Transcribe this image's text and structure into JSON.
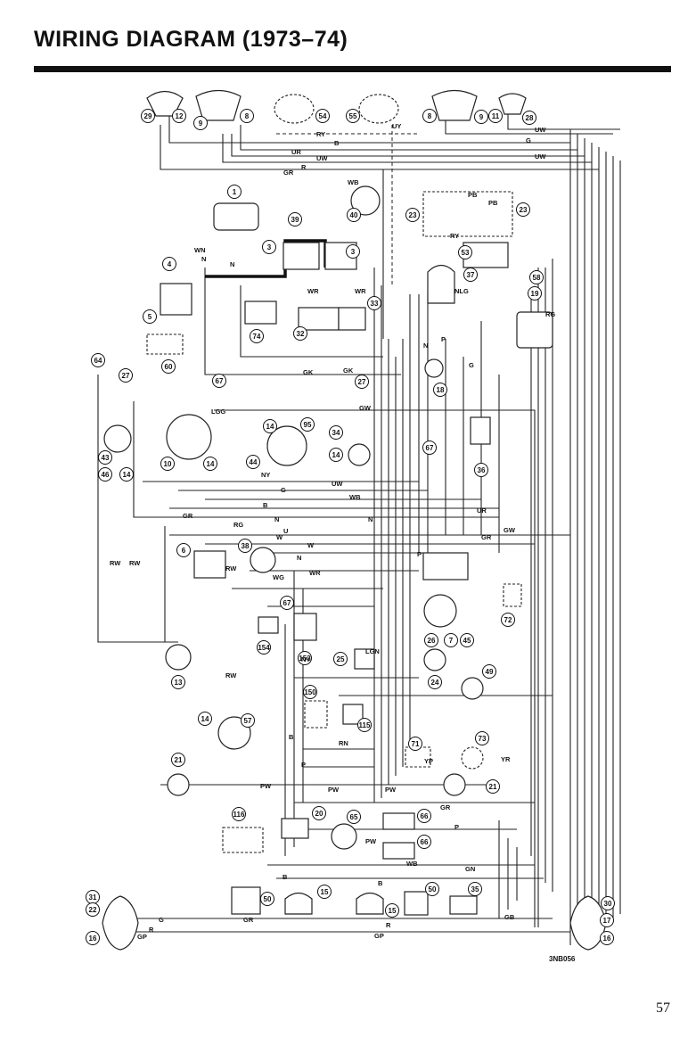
{
  "page": {
    "title": "WIRING DIAGRAM (1973–74)",
    "page_number": "57",
    "reference_code": "3NB056"
  },
  "diagram": {
    "component_numbers": [
      "29",
      "12",
      "9",
      "8",
      "54",
      "55",
      "8",
      "9",
      "11",
      "28",
      "1",
      "39",
      "40",
      "23",
      "23",
      "3",
      "3",
      "37",
      "53",
      "58",
      "19",
      "4",
      "5",
      "33",
      "74",
      "32",
      "64",
      "60",
      "67",
      "27",
      "27",
      "18",
      "14",
      "95",
      "34",
      "14",
      "43",
      "46",
      "14",
      "10",
      "14",
      "44",
      "67",
      "36",
      "6",
      "38",
      "67",
      "154",
      "153",
      "25",
      "26",
      "7",
      "45",
      "72",
      "13",
      "14",
      "57",
      "150",
      "115",
      "49",
      "24",
      "71",
      "73",
      "21",
      "21",
      "116",
      "20",
      "65",
      "66",
      "66",
      "50",
      "15",
      "15",
      "50",
      "35",
      "31",
      "22",
      "16",
      "30",
      "17",
      "16"
    ],
    "wire_codes": [
      "UW",
      "G",
      "UW",
      "B",
      "RY",
      "UY",
      "UR",
      "UW",
      "GR",
      "R",
      "WB",
      "PB",
      "PB",
      "RY",
      "WN",
      "N",
      "N",
      "WR",
      "WR",
      "NLG",
      "RG",
      "P",
      "N",
      "GK",
      "GK",
      "G",
      "LGG",
      "GW",
      "NY",
      "UW",
      "G",
      "WB",
      "B",
      "N",
      "N",
      "GR",
      "RG",
      "U",
      "GR",
      "GW",
      "UR",
      "W",
      "W",
      "WR",
      "WG",
      "N",
      "P",
      "LGN",
      "NY",
      "RW",
      "RW",
      "RW",
      "RW",
      "B",
      "RN",
      "P",
      "PW",
      "PW",
      "PW",
      "YP",
      "YR",
      "GR",
      "P",
      "PW",
      "GN",
      "WB",
      "B",
      "B",
      "G",
      "GR",
      "R",
      "GP",
      "R",
      "GP",
      "GB"
    ]
  }
}
